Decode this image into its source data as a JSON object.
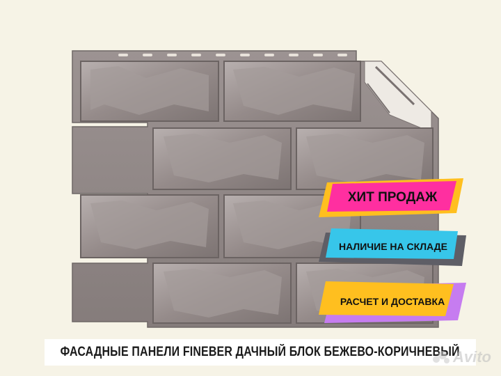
{
  "badges": {
    "hit": "ХИТ ПРОДАЖ",
    "stock": "НАЛИЧИЕ НА СКЛАДЕ",
    "delivery": "РАСЧЕТ И ДОСТАВКА"
  },
  "caption": "ФАСАДНЫЕ ПАНЕЛИ FINEBER ДАЧНЫЙ БЛОК БЕЖЕВО-КОРИЧНЕВЫЙ",
  "watermark": "Avito",
  "colors": {
    "background": "#f6f3e6",
    "panel_frame": "#8e8584",
    "brick": "#9a9090",
    "hit_badge": "#ff2fa0",
    "stock_badge": "#37c6ea",
    "delivery_badge": "#ffbf1f"
  },
  "icons": [
    "avito-logo-icon"
  ]
}
